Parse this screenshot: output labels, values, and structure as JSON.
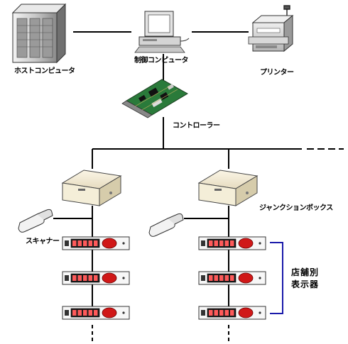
{
  "labels": {
    "host_computer": "ホストコンピュータ",
    "control_computer": "制御コンピュータ",
    "printer": "プリンター",
    "controller": "コントローラー",
    "junction_box": "ジャンクションボックス",
    "scanner": "スキャナー",
    "store_display_line1": "店舗別",
    "store_display_line2": "表示器"
  },
  "colors": {
    "line": "#000000",
    "bracket": "#1a1aaa",
    "display_bg": "#cc2222",
    "display_digits": "#ff5a5a",
    "button_red": "#d01818",
    "pcb_green": "#2a7a3a"
  },
  "icons": {
    "host": "server-tower-icon",
    "control_pc": "desktop-pc-icon",
    "printer": "printer-icon",
    "controller": "pcb-card-icon",
    "junction": "junction-box-icon",
    "scanner": "barcode-scanner-icon",
    "display": "led-display-unit-icon"
  },
  "display_units": {
    "per_column": 3
  }
}
